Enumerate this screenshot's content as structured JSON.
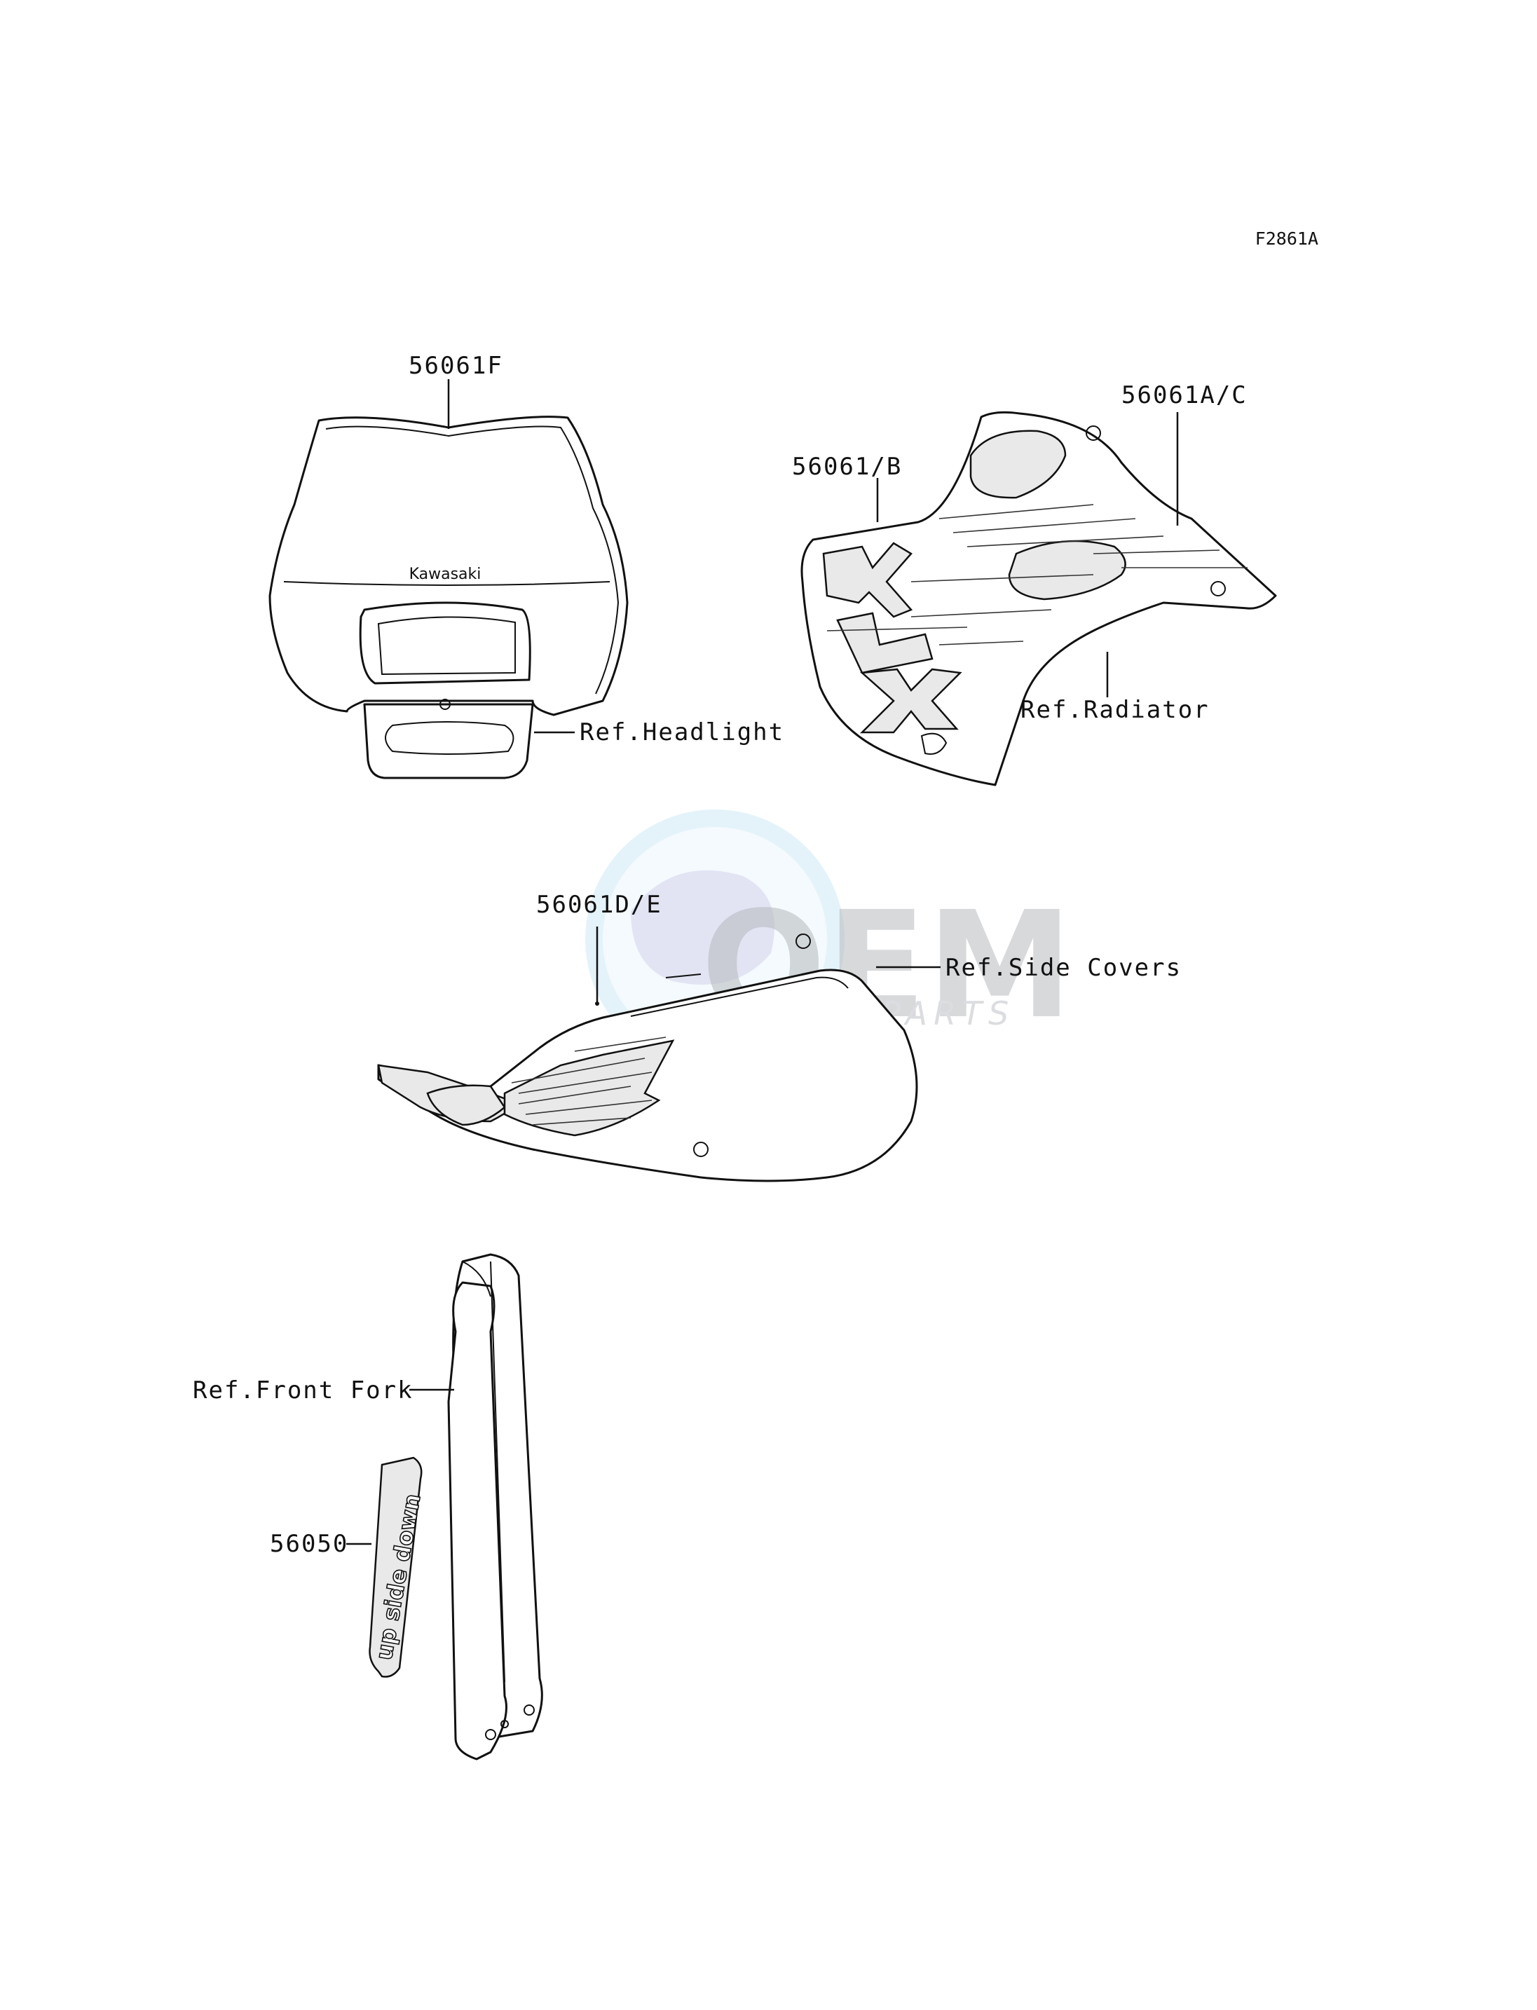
{
  "figure_code": "F2861A",
  "headlight_cover": {
    "part_label": "56061F",
    "brand_text": "Kawasaki",
    "ref_label": "Ref.Headlight"
  },
  "radiator_shroud": {
    "part_label_upper": "56061A/C",
    "part_label_lower": "56061/B",
    "ref_label": "Ref.Radiator",
    "decal_text": "KLX"
  },
  "side_cover": {
    "part_label": "56061D/E",
    "ref_label": "Ref.Side Covers"
  },
  "front_fork": {
    "ref_label": "Ref.Front Fork",
    "part_label": "56050",
    "decal_text": "up side down"
  },
  "watermark": {
    "text": "MOTORPARTS",
    "logo_text": "OEM"
  }
}
